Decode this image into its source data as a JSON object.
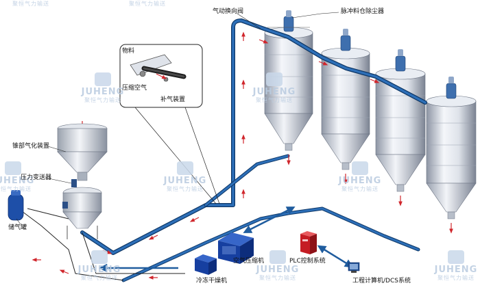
{
  "labels": {
    "pneumatic_valve": "气动换向阀",
    "pulse_dust_collector": "脉冲料仓除尘器",
    "material": "物料",
    "compressed_air": "压缩空气",
    "supplement_device": "补气装置",
    "cone_fluidizer": "锥部气化装置",
    "pressure_vessel": "压力变送器",
    "air_tank": "储气罐",
    "air_compressor": "空气压缩机",
    "plc_system": "PLC控制系统",
    "dryer": "冷冻干燥机",
    "dcs_system": "工程计算机/DCS系统"
  },
  "watermark": {
    "brand_en": "JUHENG",
    "brand_cn": "聚恒气力输送"
  },
  "colors": {
    "pipe": "#1f5c9e",
    "pipe_outline": "#0e3766",
    "silo_light": "#eef1f6",
    "silo_dark": "#8e96a6",
    "arrow_red": "#d0262c",
    "compressor_blue": "#1846a8",
    "plc_red": "#d1242b"
  }
}
